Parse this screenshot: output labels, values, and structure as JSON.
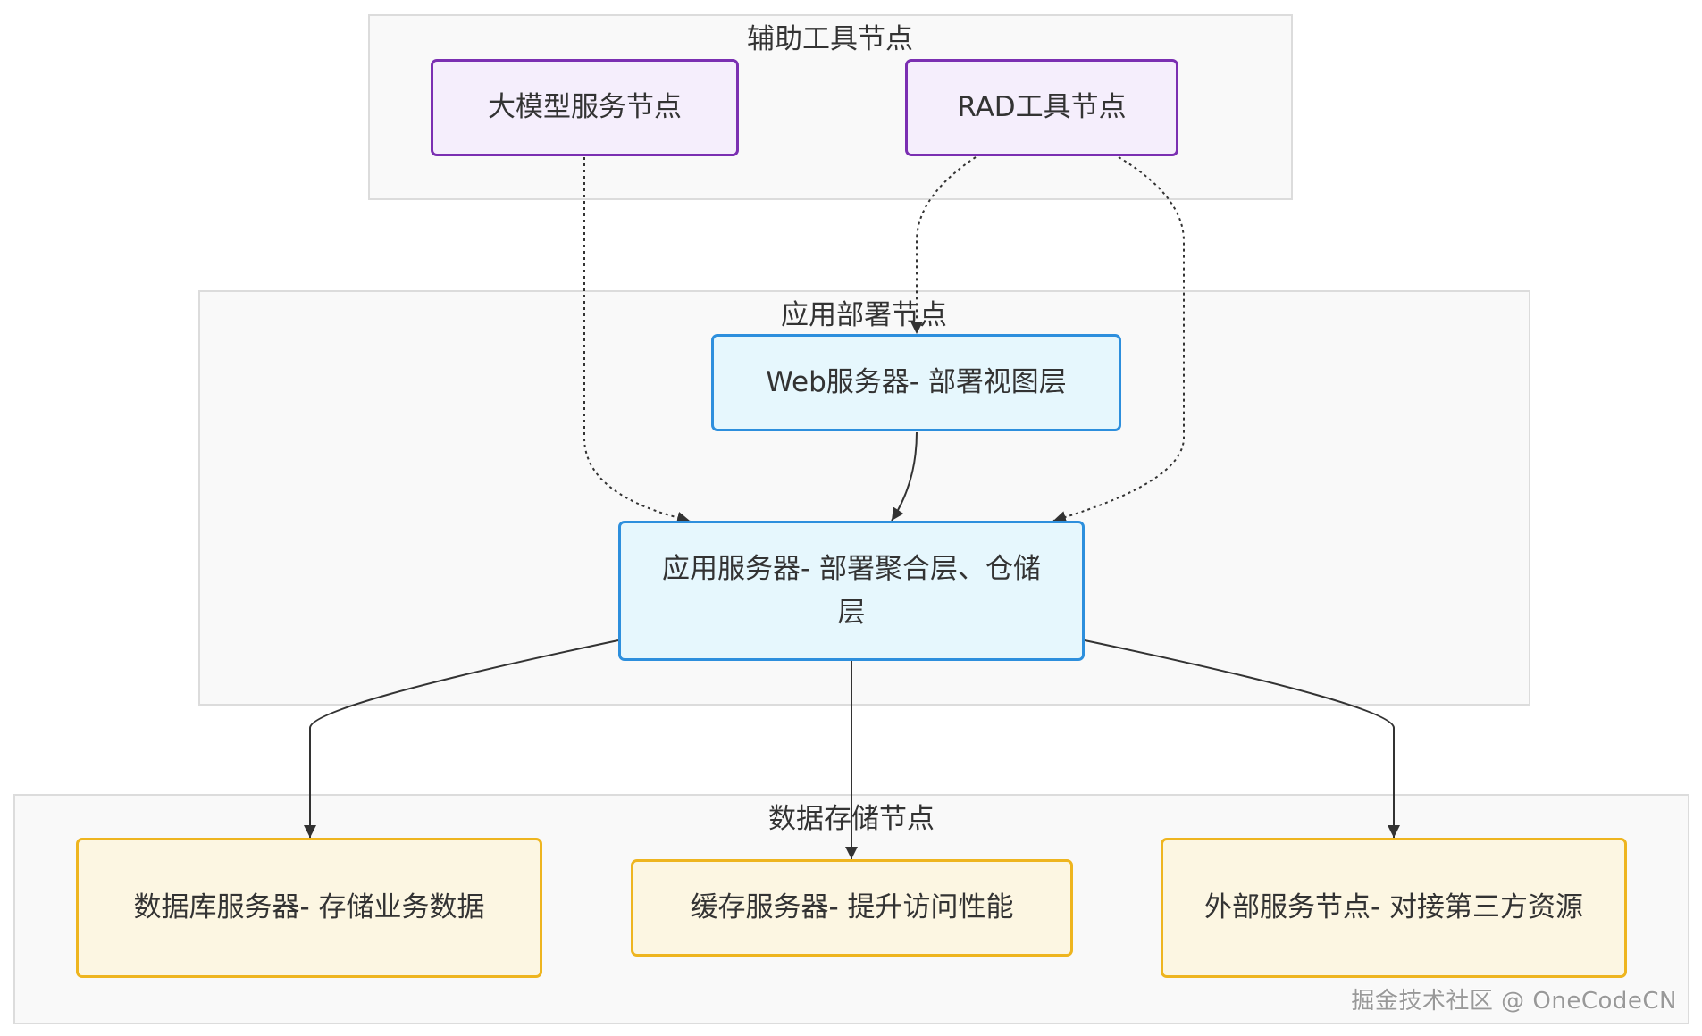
{
  "groups": {
    "aux": "辅助工具节点",
    "deploy": "应用部署节点",
    "storage": "数据存储节点"
  },
  "nodes": {
    "llm": "大模型服务节点",
    "rad": "RAD工具节点",
    "web": "Web服务器- 部署视图层",
    "app": "应用服务器- 部署聚合层、仓储层",
    "db": "数据库服务器- 存储业务数据",
    "cache": "缓存服务器- 提升访问性能",
    "external": "外部服务节点- 对接第三方资源"
  },
  "colors": {
    "group_fill": "#f9f9f9",
    "group_border": "#dcdcdc",
    "aux_fill": "#f5eefc",
    "aux_border": "#7b2fb2",
    "deploy_fill": "#e6f7fd",
    "deploy_border": "#2d8fdd",
    "storage_fill": "#fcf6e2",
    "storage_border": "#eeb51f",
    "edge": "#333333"
  },
  "edges": [
    {
      "from": "llm",
      "to": "app",
      "style": "dotted"
    },
    {
      "from": "rad",
      "to": "web",
      "style": "dotted"
    },
    {
      "from": "rad",
      "to": "app",
      "style": "dotted"
    },
    {
      "from": "web",
      "to": "app",
      "style": "solid"
    },
    {
      "from": "app",
      "to": "db",
      "style": "solid"
    },
    {
      "from": "app",
      "to": "cache",
      "style": "solid"
    },
    {
      "from": "app",
      "to": "external",
      "style": "solid"
    }
  ],
  "watermark": "掘金技术社区 @ OneCodeCN"
}
